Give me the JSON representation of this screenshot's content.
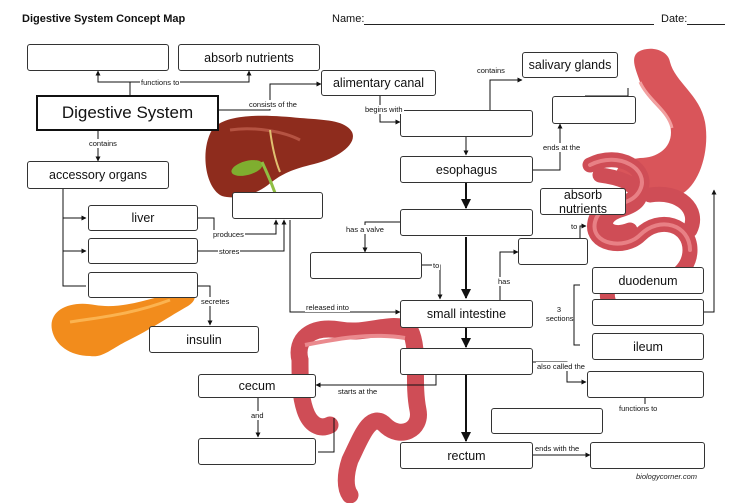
{
  "header": {
    "title": "Digestive System Concept Map",
    "name_label": "Name:",
    "date_label": "Date:"
  },
  "boxes": {
    "main": "Digestive System",
    "absorb_top": "absorb nutrients",
    "alimentary": "alimentary canal",
    "salivary": "salivary glands",
    "accessory": "accessory organs",
    "liver": "liver",
    "esophagus": "esophagus",
    "absorb_right": "absorb nutrients",
    "small_intestine": "small intestine",
    "duodenum": "duodenum",
    "ileum": "ileum",
    "insulin": "insulin",
    "cecum": "cecum",
    "rectum": "rectum"
  },
  "labels": {
    "functions_to_top": "functions to",
    "consists_of": "consists of the",
    "contains_top": "contains",
    "contains_left": "contains",
    "begins_with": "begins with",
    "ends_at": "ends at the",
    "produces": "produces",
    "stores": "stores",
    "has_valve": "has a valve",
    "to_mid": "to",
    "to_right": "to",
    "has": "has",
    "secretes": "secretes",
    "released_into": "released into",
    "sections": "3\nsections",
    "also_called": "also called the",
    "starts_at": "starts at the",
    "and": "and",
    "functions_to_bottom": "functions to",
    "ends_with": "ends with the"
  },
  "credit": "biologycorner.com"
}
